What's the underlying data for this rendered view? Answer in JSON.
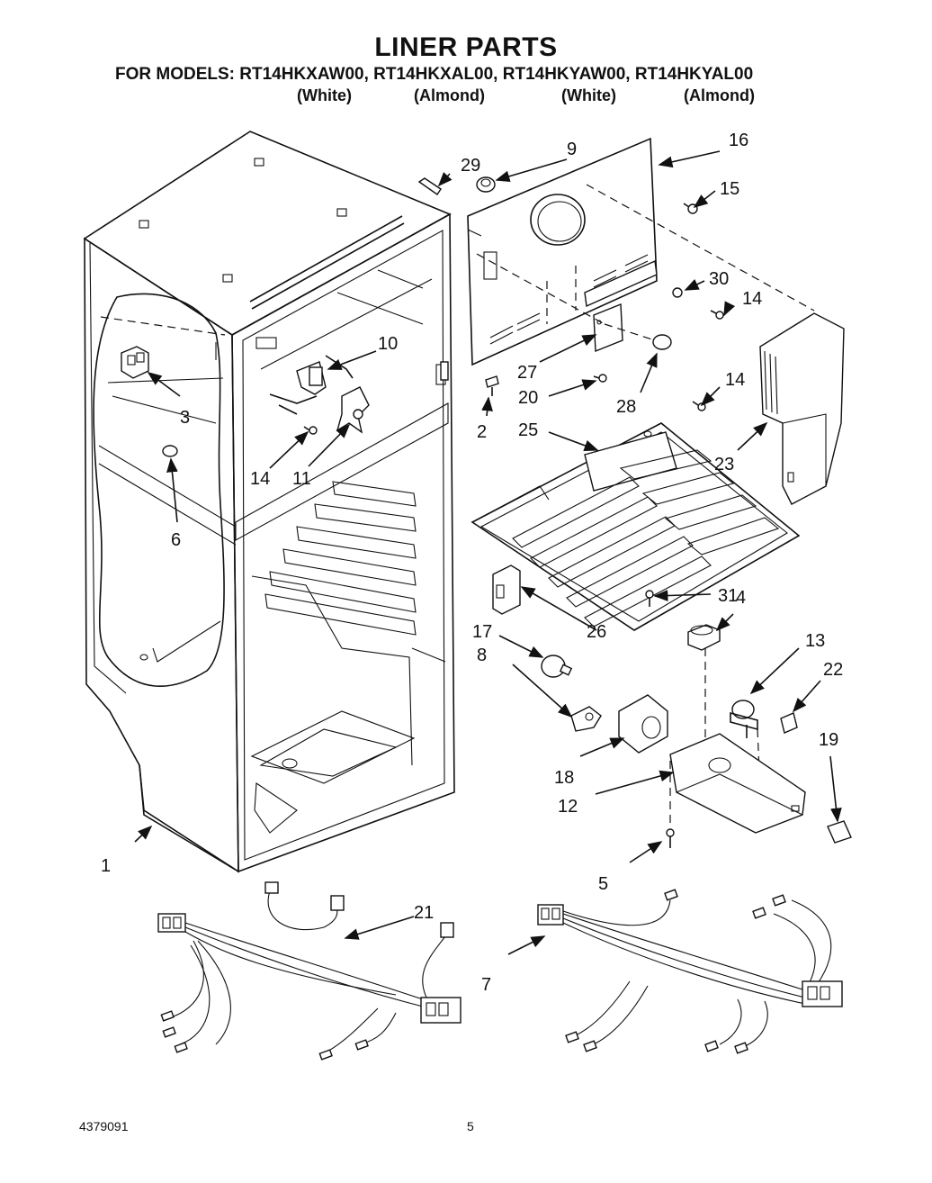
{
  "header": {
    "title": "LINER PARTS",
    "models_line": "FOR MODELS: RT14HKXAW00, RT14HKXAL00, RT14HKYAW00, RT14HKYAL00",
    "colors": [
      "(White)",
      "(Almond)",
      "(White)",
      "(Almond)"
    ]
  },
  "callouts": [
    "1",
    "2",
    "3",
    "4",
    "5",
    "6",
    "7",
    "8",
    "9",
    "10",
    "11",
    "12",
    "13",
    "14",
    "14",
    "14",
    "15",
    "16",
    "17",
    "18",
    "19",
    "20",
    "21",
    "22",
    "23",
    "25",
    "26",
    "27",
    "28",
    "29",
    "30",
    "31"
  ],
  "footer": {
    "doc_number": "4379091",
    "page_number": "5"
  }
}
